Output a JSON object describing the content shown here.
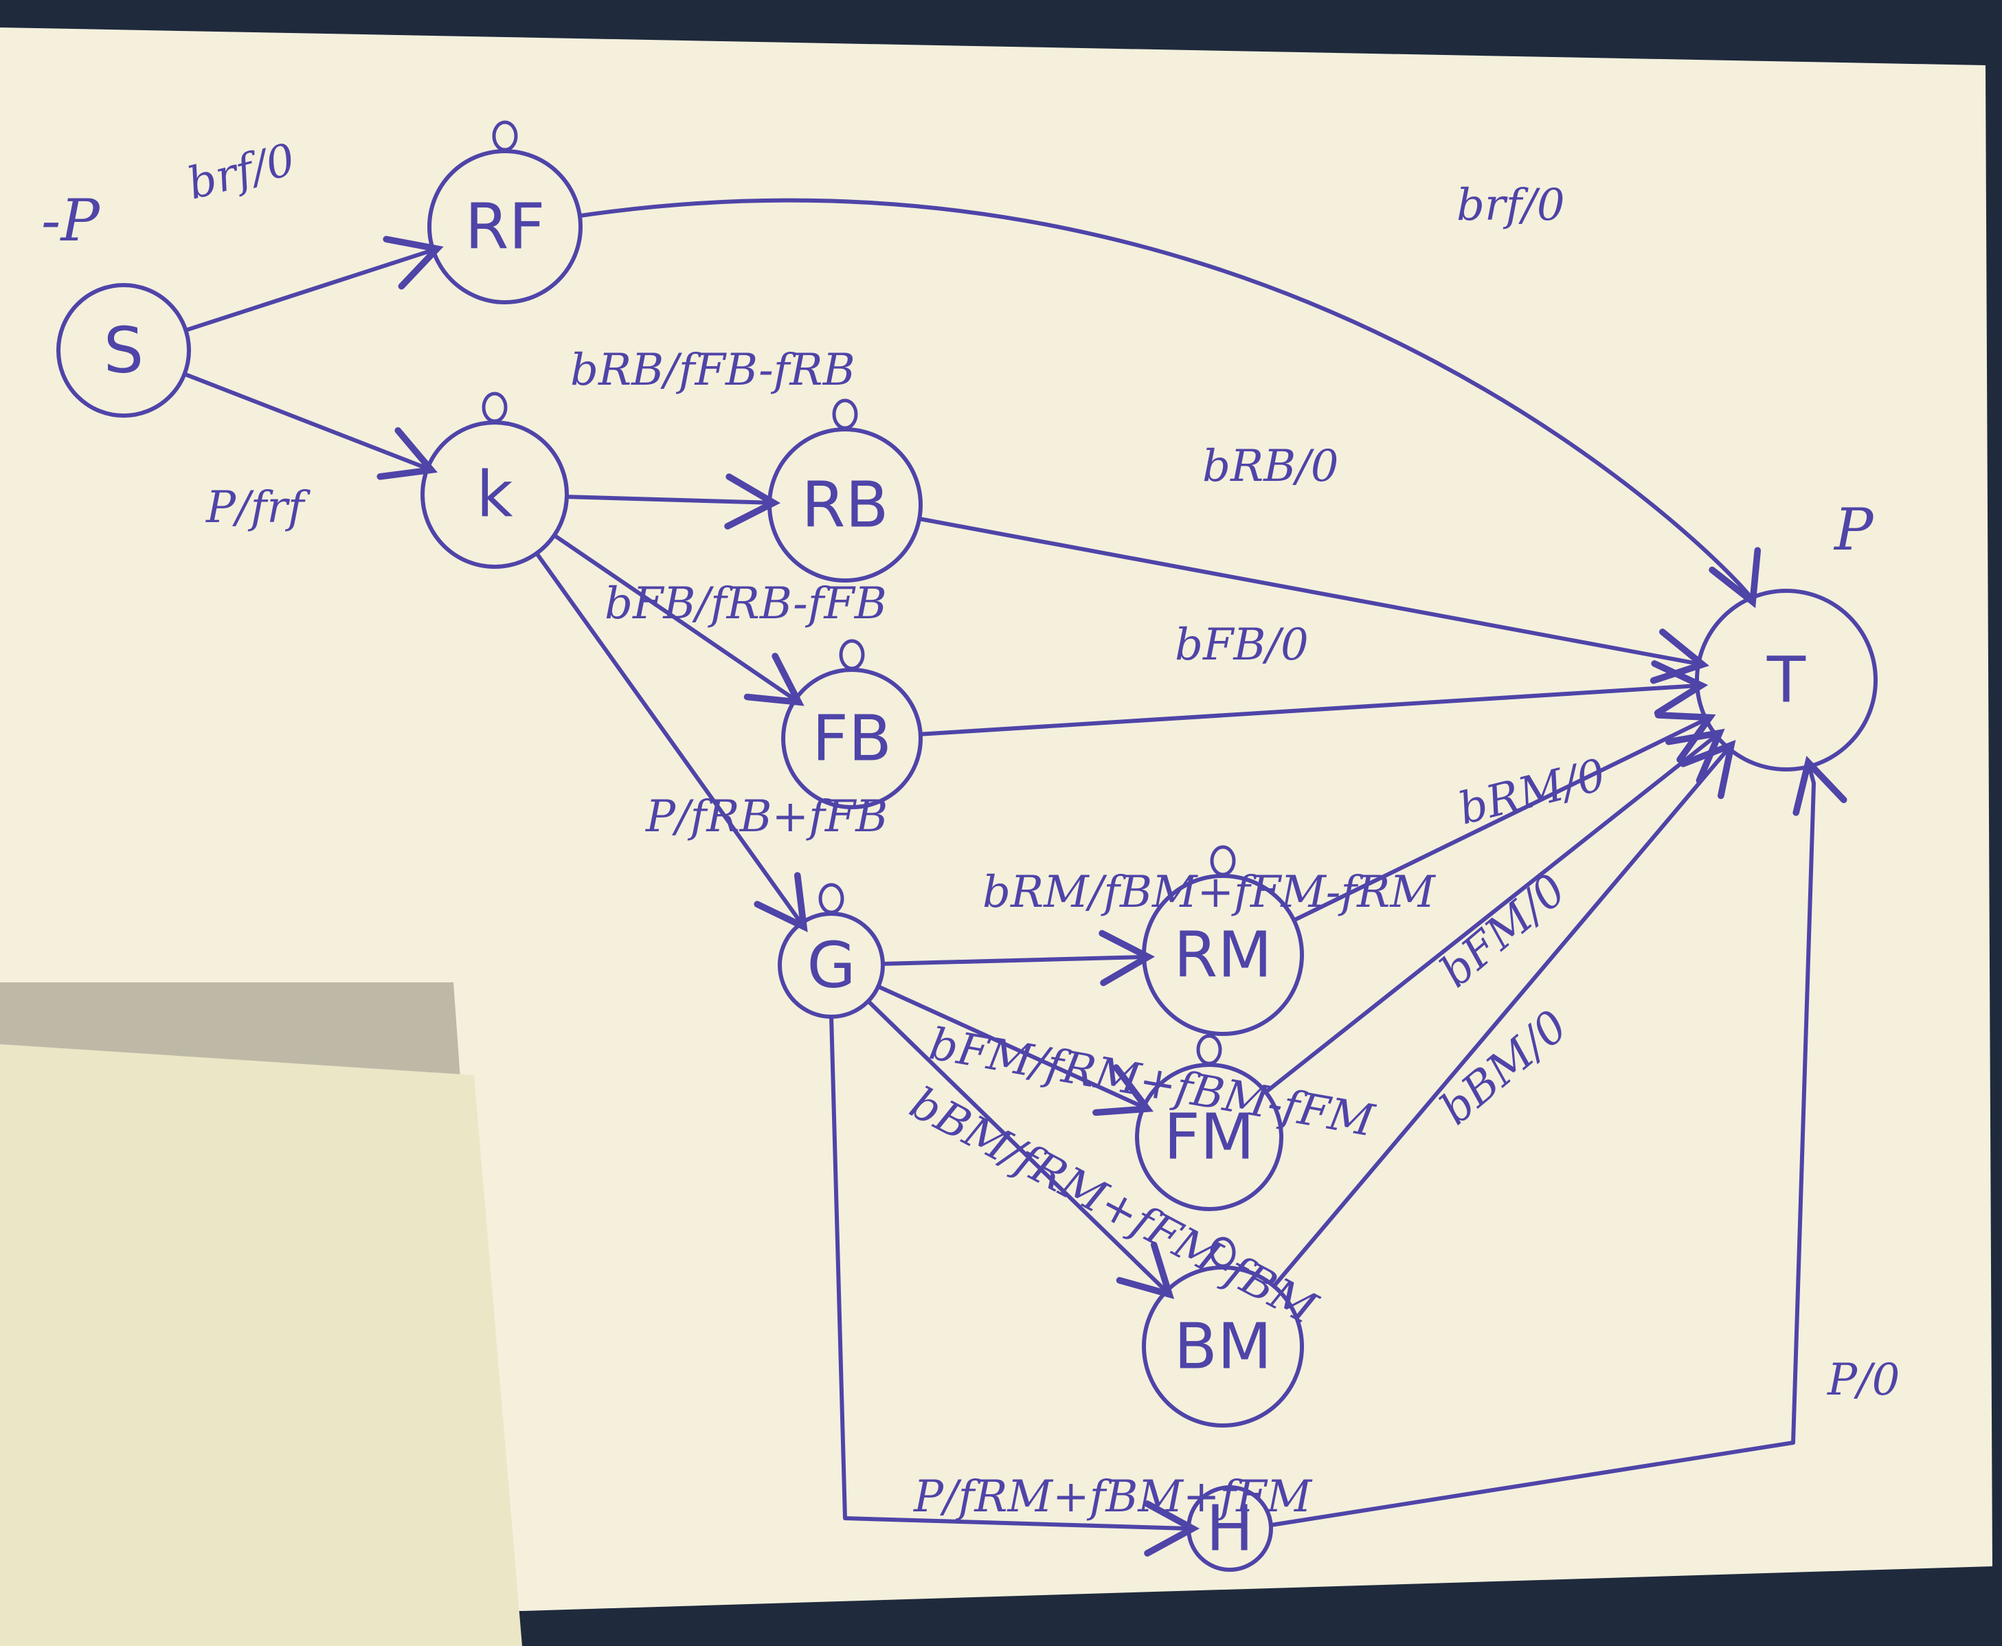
{
  "diagram": {
    "nodes": [
      {
        "id": "S",
        "label": "S",
        "output": "-P",
        "zero": false
      },
      {
        "id": "RF",
        "label": "RF",
        "output": "",
        "zero": true
      },
      {
        "id": "K",
        "label": "k",
        "output": "",
        "zero": true
      },
      {
        "id": "RB",
        "label": "RB",
        "output": "",
        "zero": true
      },
      {
        "id": "FB",
        "label": "FB",
        "output": "",
        "zero": true
      },
      {
        "id": "G",
        "label": "G",
        "output": "",
        "zero": true
      },
      {
        "id": "RM",
        "label": "RM",
        "output": "",
        "zero": true
      },
      {
        "id": "FM",
        "label": "FM",
        "output": "",
        "zero": true
      },
      {
        "id": "BM",
        "label": "BM",
        "output": "",
        "zero": true
      },
      {
        "id": "H",
        "label": "H",
        "output": "",
        "zero": false
      },
      {
        "id": "T",
        "label": "T",
        "output": "P",
        "zero": false
      }
    ],
    "edges": [
      {
        "from": "S",
        "to": "RF",
        "label": "brf/0"
      },
      {
        "from": "S",
        "to": "K",
        "label": "P/frf"
      },
      {
        "from": "RF",
        "to": "T",
        "label": "brf/0"
      },
      {
        "from": "K",
        "to": "RB",
        "label": "bRB/fFB-fRB"
      },
      {
        "from": "K",
        "to": "FB",
        "label": "bFB/fRB-fFB"
      },
      {
        "from": "K",
        "to": "G",
        "label": "P/fRB+fFB"
      },
      {
        "from": "RB",
        "to": "T",
        "label": "bRB/0"
      },
      {
        "from": "FB",
        "to": "T",
        "label": "bFB/0"
      },
      {
        "from": "G",
        "to": "RM",
        "label": "bRM/fBM+fFM-fRM"
      },
      {
        "from": "G",
        "to": "FM",
        "label": "bFM/fRM+fBM-fFM"
      },
      {
        "from": "G",
        "to": "BM",
        "label": "bBM/fRM+fFM-fBM"
      },
      {
        "from": "G",
        "to": "H",
        "label": "P/fRM+fBM+fFM"
      },
      {
        "from": "RM",
        "to": "T",
        "label": "bRM/0"
      },
      {
        "from": "FM",
        "to": "T",
        "label": "bFM/0"
      },
      {
        "from": "BM",
        "to": "T",
        "label": "bBM/0"
      },
      {
        "from": "H",
        "to": "T",
        "label": "P/0"
      }
    ]
  },
  "colors": {
    "ink": "#4f44a8",
    "paper": "#f4f0dc",
    "background": "#1f2a3d",
    "note_paper": "#ebe6c6"
  }
}
